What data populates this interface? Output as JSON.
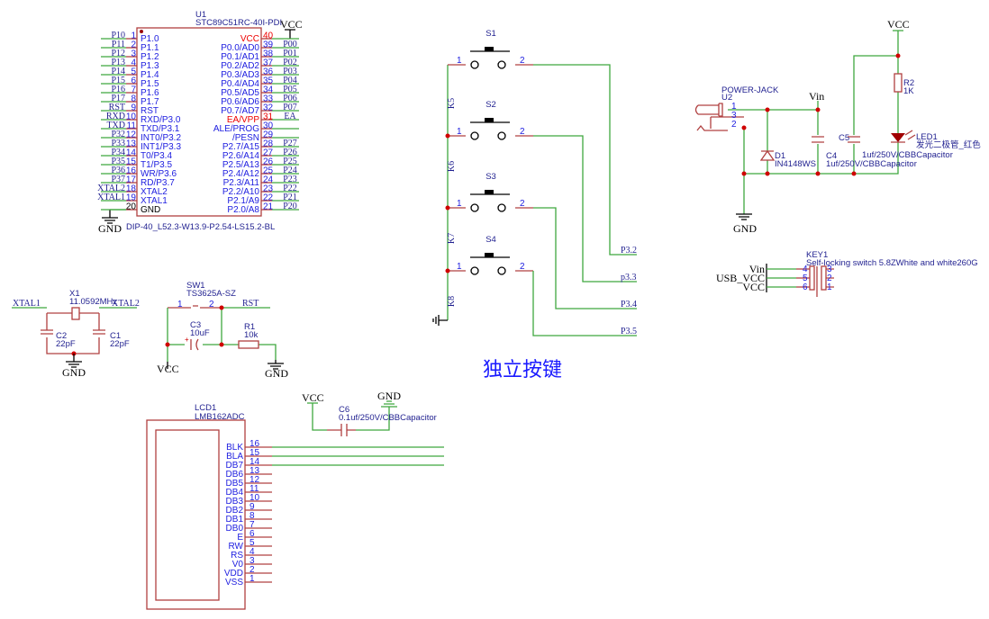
{
  "mcu": {
    "ref": "U1",
    "part": "STC89C51RC-40I-PDI",
    "footprint": "DIP-40_L52.3-W13.9-P2.54-LS15.2-BL",
    "vcc": "VCC",
    "gnd": "GND",
    "left_pins": [
      {
        "num": "1",
        "name": "P1.0",
        "net": "P10"
      },
      {
        "num": "2",
        "name": "P1.1",
        "net": "P11"
      },
      {
        "num": "3",
        "name": "P1.2",
        "net": "P12"
      },
      {
        "num": "4",
        "name": "P1.3",
        "net": "P13"
      },
      {
        "num": "5",
        "name": "P1.4",
        "net": "P14"
      },
      {
        "num": "6",
        "name": "P1.5",
        "net": "P15"
      },
      {
        "num": "7",
        "name": "P1.6",
        "net": "P16"
      },
      {
        "num": "8",
        "name": "P1.7",
        "net": "P17"
      },
      {
        "num": "9",
        "name": "RST",
        "net": "RST"
      },
      {
        "num": "10",
        "name": "RXD/P3.0",
        "net": "RXD"
      },
      {
        "num": "11",
        "name": "TXD/P3.1",
        "net": "TXD"
      },
      {
        "num": "12",
        "name": "INT0/P3.2",
        "net": "P32"
      },
      {
        "num": "13",
        "name": "INT1/P3.3",
        "net": "P33"
      },
      {
        "num": "14",
        "name": "T0/P3.4",
        "net": "P34"
      },
      {
        "num": "15",
        "name": "T1/P3.5",
        "net": "P35"
      },
      {
        "num": "16",
        "name": "WR/P3.6",
        "net": "P36"
      },
      {
        "num": "17",
        "name": "RD/P3.7",
        "net": "P37"
      },
      {
        "num": "18",
        "name": "XTAL2",
        "net": "XTAL2"
      },
      {
        "num": "19",
        "name": "XTAL1",
        "net": "XTAL1"
      },
      {
        "num": "20",
        "name": "GND",
        "net": ""
      }
    ],
    "right_pins": [
      {
        "num": "40",
        "name": "VCC",
        "net": "",
        "red": true
      },
      {
        "num": "39",
        "name": "P0.0/AD0",
        "net": "P00"
      },
      {
        "num": "38",
        "name": "P0.1/AD1",
        "net": "P01"
      },
      {
        "num": "37",
        "name": "P0.2/AD2",
        "net": "P02"
      },
      {
        "num": "36",
        "name": "P0.3/AD3",
        "net": "P03"
      },
      {
        "num": "35",
        "name": "P0.4/AD4",
        "net": "P04"
      },
      {
        "num": "34",
        "name": "P0.5/AD5",
        "net": "P05"
      },
      {
        "num": "33",
        "name": "P0.6/AD6",
        "net": "P06"
      },
      {
        "num": "32",
        "name": "P0.7/AD7",
        "net": "P07"
      },
      {
        "num": "31",
        "name": "EA/VPP",
        "net": "EA",
        "red": true
      },
      {
        "num": "30",
        "name": "ALE/PROG",
        "net": ""
      },
      {
        "num": "29",
        "name": "/PESN",
        "net": ""
      },
      {
        "num": "28",
        "name": "P2.7/A15",
        "net": "P27"
      },
      {
        "num": "27",
        "name": "P2.6/A14",
        "net": "P26"
      },
      {
        "num": "26",
        "name": "P2.5/A13",
        "net": "P25"
      },
      {
        "num": "25",
        "name": "P2.4/A12",
        "net": "P24"
      },
      {
        "num": "24",
        "name": "P2.3/A11",
        "net": "P23"
      },
      {
        "num": "23",
        "name": "P2.2/A10",
        "net": "P22"
      },
      {
        "num": "22",
        "name": "P2.1/A9",
        "net": "P21"
      },
      {
        "num": "21",
        "name": "P2.0/A8",
        "net": "P20"
      }
    ]
  },
  "keys": {
    "title": "独立按键",
    "switches": [
      {
        "ref": "S1",
        "pin1": "1",
        "pin2": "2",
        "net": "P3.2",
        "k": "K5"
      },
      {
        "ref": "S2",
        "pin1": "1",
        "pin2": "2",
        "net": "p3.3",
        "k": "K6"
      },
      {
        "ref": "S3",
        "pin1": "1",
        "pin2": "2",
        "net": "P3.4",
        "k": "K7"
      },
      {
        "ref": "S4",
        "pin1": "1",
        "pin2": "2",
        "net": "P3.5",
        "k": "K8"
      }
    ]
  },
  "crystal": {
    "ref": "X1",
    "value": "11.0592MHz",
    "xtal1": "XTAL1",
    "xtal2": "XTAL2",
    "c2_ref": "C2",
    "c2_val": "22pF",
    "c1_ref": "C1",
    "c1_val": "22pF",
    "gnd": "GND"
  },
  "reset": {
    "ref": "SW1",
    "part": "TS3625A-SZ",
    "pin1": "1",
    "pin2": "2",
    "net": "RST",
    "c3_ref": "C3",
    "c3_val": "10uF",
    "plus": "+",
    "r1_ref": "R1",
    "r1_val": "10k",
    "vcc": "VCC",
    "gnd": "GND"
  },
  "lcd": {
    "ref": "LCD1",
    "part": "LMB162ADC",
    "pins": [
      {
        "name": "BLK",
        "num": "16"
      },
      {
        "name": "BLA",
        "num": "15"
      },
      {
        "name": "DB7",
        "num": "14"
      },
      {
        "name": "DB6",
        "num": "13"
      },
      {
        "name": "DB5",
        "num": "12"
      },
      {
        "name": "DB4",
        "num": "11"
      },
      {
        "name": "DB3",
        "num": "10"
      },
      {
        "name": "DB2",
        "num": "9"
      },
      {
        "name": "DB1",
        "num": "8"
      },
      {
        "name": "DB0",
        "num": "7"
      },
      {
        "name": "E",
        "num": "6"
      },
      {
        "name": "RW",
        "num": "5"
      },
      {
        "name": "RS",
        "num": "4"
      },
      {
        "name": "V0",
        "num": "3"
      },
      {
        "name": "VDD",
        "num": "2"
      },
      {
        "name": "VSS",
        "num": "1"
      }
    ]
  },
  "decoupling": {
    "ref": "C6",
    "value": "0.1uf/250V/CBBCapacitor",
    "vcc": "VCC",
    "gnd": "GND"
  },
  "power": {
    "jack_label": "POWER-JACK",
    "jack_ref": "U2",
    "pin1": "1",
    "pin3": "3",
    "pin2": "2",
    "vin": "Vin",
    "vcc": "VCC",
    "gnd": "GND",
    "d1_ref": "D1",
    "d1_val": "IN4148WS",
    "c4_ref": "C4",
    "c4_val": "1uf/250V/CBBCapacitor",
    "c5_ref": "C5",
    "c5_val": "1uf/250V/CBBCapacitor",
    "r2_ref": "R2",
    "r2_val": "1K",
    "led_ref": "LED1",
    "led_val": "发光二极管_红色"
  },
  "switch": {
    "ref": "KEY1",
    "part": "Self-locking switch 5.8ZWhite and white260G",
    "nets": [
      "Vin",
      "USB_VCC",
      "VCC"
    ],
    "left_pins": [
      "4",
      "5",
      "6"
    ],
    "right_pins": [
      "3",
      "2",
      "1"
    ]
  }
}
